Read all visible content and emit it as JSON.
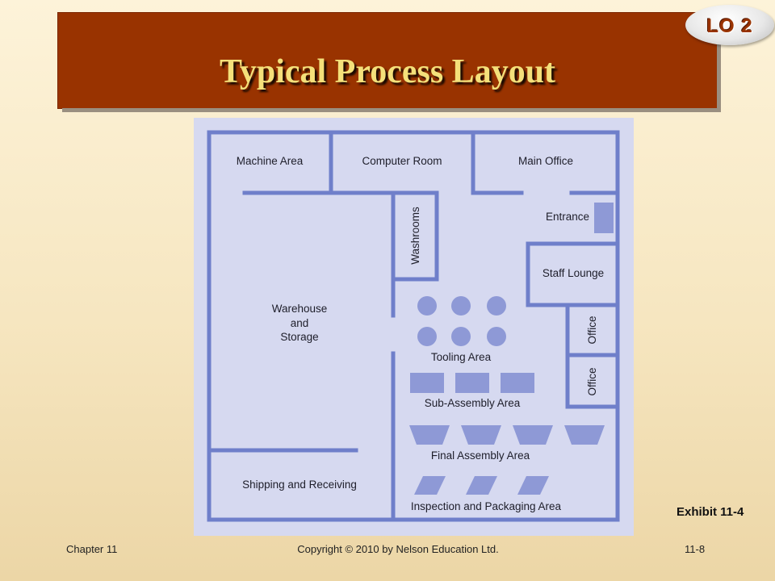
{
  "slide": {
    "title": "Typical Process Layout",
    "badge": "LO 2",
    "exhibit": "Exhibit 11-4"
  },
  "footer": {
    "chapter": "Chapter 11",
    "copyright": "Copyright © 2010 by Nelson Education Ltd.",
    "page": "11-8"
  },
  "floor_plan": {
    "rooms": {
      "machine_area": "Machine Area",
      "computer_room": "Computer Room",
      "main_office": "Main Office",
      "entrance": "Entrance",
      "washrooms": "Washrooms",
      "staff_lounge": "Staff Lounge",
      "warehouse_line1": "Warehouse",
      "warehouse_line2": "and",
      "warehouse_line3": "Storage",
      "office_1": "Office",
      "office_2": "Office",
      "tooling_area": "Tooling Area",
      "sub_assembly_area": "Sub-Assembly Area",
      "final_assembly_area": "Final Assembly Area",
      "shipping_receiving": "Shipping and Receiving",
      "inspection_packaging": "Inspection and Packaging Area"
    }
  },
  "colors": {
    "title_bar": "#993300",
    "title_text": "#f4e07a",
    "plan_background": "#d6d9f0",
    "walls": "#6f7fca",
    "equipment": "#8e99d6"
  }
}
